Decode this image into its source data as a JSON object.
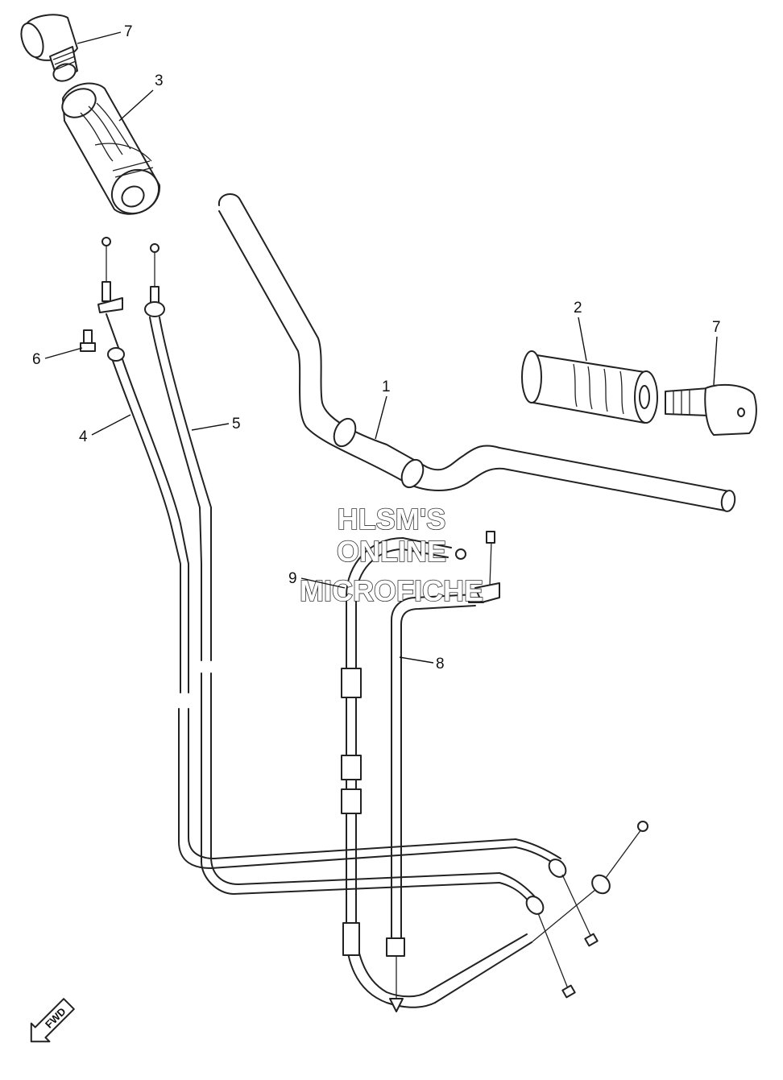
{
  "callouts": [
    {
      "id": "1",
      "label": "1"
    },
    {
      "id": "2",
      "label": "2"
    },
    {
      "id": "3",
      "label": "3"
    },
    {
      "id": "4",
      "label": "4"
    },
    {
      "id": "5",
      "label": "5"
    },
    {
      "id": "6",
      "label": "6"
    },
    {
      "id": "7a",
      "label": "7"
    },
    {
      "id": "7b",
      "label": "7"
    },
    {
      "id": "8",
      "label": "8"
    },
    {
      "id": "9",
      "label": "9"
    }
  ],
  "watermark": {
    "line1": "HLSM'S",
    "line2": "ONLINE",
    "line3": "MICROFICHE"
  },
  "fwd_badge": "FWD"
}
